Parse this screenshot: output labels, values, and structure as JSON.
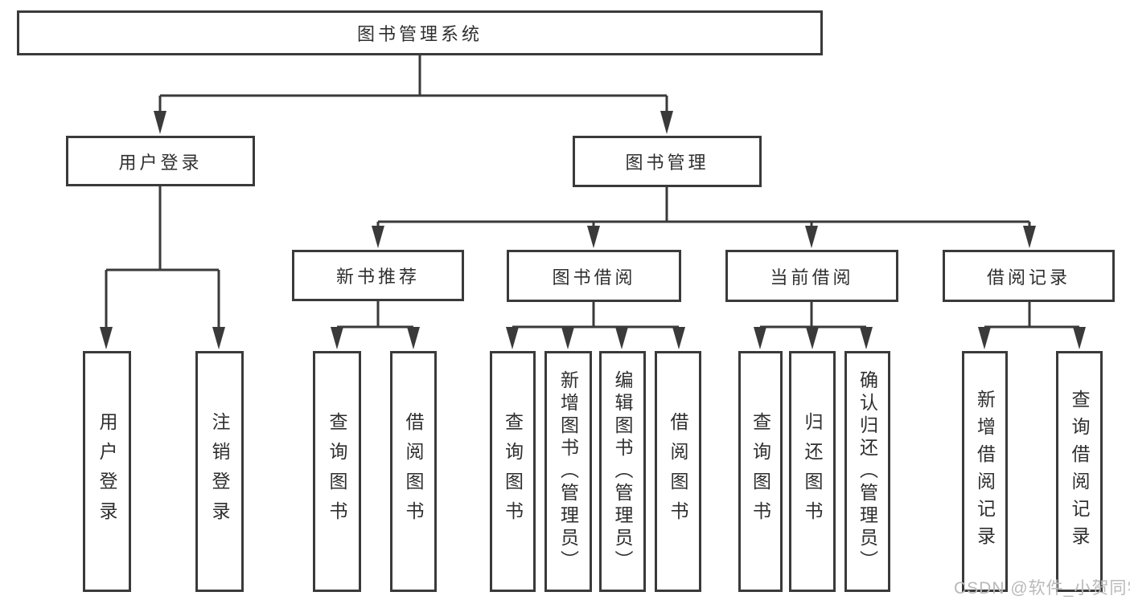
{
  "diagram": {
    "tree": {
      "root": {
        "label": "图书管理系统"
      },
      "level2": [
        {
          "id": "user-login",
          "label": "用户登录"
        },
        {
          "id": "book-management",
          "label": "图书管理"
        }
      ],
      "level3": [
        {
          "id": "new-book-recommend",
          "label": "新书推荐"
        },
        {
          "id": "book-borrow",
          "label": "图书借阅"
        },
        {
          "id": "current-borrow",
          "label": "当前借阅"
        },
        {
          "id": "borrow-records",
          "label": "借阅记录"
        }
      ],
      "leaves": [
        {
          "id": "user-login-leaf",
          "parent": "user-login",
          "label": "用户登录"
        },
        {
          "id": "logout",
          "parent": "user-login",
          "label": "注销登录"
        },
        {
          "id": "query-books-1",
          "parent": "new-book-recommend",
          "label": "查询图书"
        },
        {
          "id": "borrow-books-1",
          "parent": "new-book-recommend",
          "label": "借阅图书"
        },
        {
          "id": "query-books-2",
          "parent": "book-borrow",
          "label": "查询图书"
        },
        {
          "id": "add-books-admin",
          "parent": "book-borrow",
          "label": "新增图书（管理员）"
        },
        {
          "id": "edit-books-admin",
          "parent": "book-borrow",
          "label": "编辑图书（管理员）"
        },
        {
          "id": "borrow-books-2",
          "parent": "book-borrow",
          "label": "借阅图书"
        },
        {
          "id": "query-books-3",
          "parent": "current-borrow",
          "label": "查询图书"
        },
        {
          "id": "return-books",
          "parent": "current-borrow",
          "label": "归还图书"
        },
        {
          "id": "confirm-return-admin",
          "parent": "current-borrow",
          "label": "确认归还（管理员）"
        },
        {
          "id": "add-borrow-record",
          "parent": "borrow-records",
          "label": "新增借阅记录"
        },
        {
          "id": "query-borrow-record",
          "parent": "borrow-records",
          "label": "查询借阅记录"
        }
      ]
    },
    "watermark": {
      "text": "CSDN @软件_小贺同学"
    },
    "colors": {
      "line": "#3a3a3a",
      "text": "#2f2f2f",
      "background": "#ffffff",
      "watermark": "#b9b9b9"
    }
  }
}
